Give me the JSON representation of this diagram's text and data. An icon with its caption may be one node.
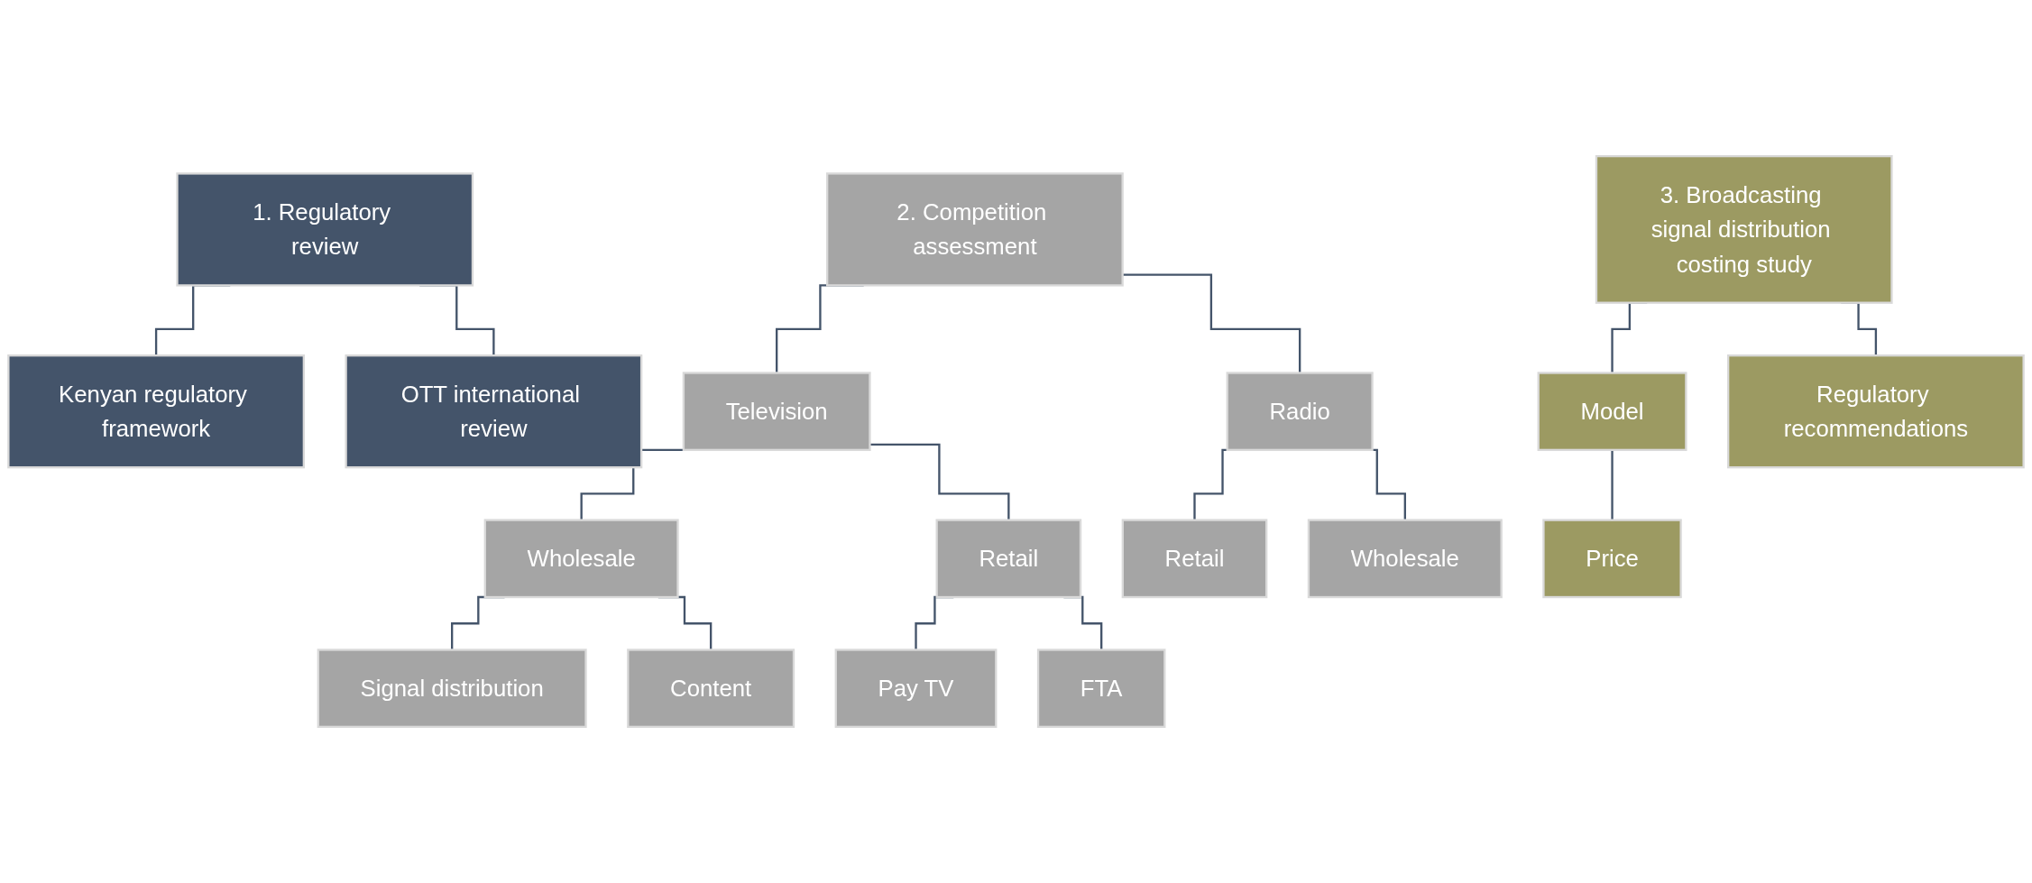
{
  "diagram": {
    "nodes": [
      {
        "text": [
          "1. Regulatory review"
        ]
      },
      {
        "text": [
          "Kenyan regulatory framework"
        ]
      },
      {
        "text": [
          "OTT international review"
        ]
      },
      {
        "text": [
          "2. Competition assessment"
        ]
      },
      {
        "text": [
          "Television"
        ]
      },
      {
        "text": [
          "Radio"
        ]
      },
      {
        "text": [
          "Wholesale"
        ]
      },
      {
        "text": [
          "Retail"
        ]
      },
      {
        "text": [
          "Signal distribution"
        ]
      },
      {
        "text": [
          "Content"
        ]
      },
      {
        "text": [
          "Pay TV"
        ]
      },
      {
        "text": [
          "FTA"
        ]
      },
      {
        "text": [
          "Retail"
        ]
      },
      {
        "text": [
          "Wholesale"
        ]
      },
      {
        "text": [
          "3. Broadcasting signal distribution costing study"
        ]
      },
      {
        "text": [
          "Model"
        ]
      },
      {
        "text": [
          "Regulatory recommendations"
        ]
      },
      {
        "text": [
          "Price"
        ]
      }
    ],
    "edges": [
      {
        "from": 0,
        "to": 1,
        "arrow": "none"
      },
      {
        "from": 0,
        "to": 2,
        "arrow": "none"
      },
      {
        "from": 3,
        "to": 4,
        "arrow": "none"
      },
      {
        "from": 3,
        "to": 5,
        "arrow": "none"
      },
      {
        "from": 4,
        "to": 6,
        "arrow": "none"
      },
      {
        "from": 4,
        "to": 7,
        "arrow": "none"
      },
      {
        "from": 6,
        "to": 8,
        "arrow": "none"
      },
      {
        "from": 6,
        "to": 9,
        "arrow": "none"
      },
      {
        "from": 7,
        "to": 10,
        "arrow": "none"
      },
      {
        "from": 7,
        "to": 11,
        "arrow": "none"
      },
      {
        "from": 5,
        "to": 12,
        "arrow": "none"
      },
      {
        "from": 5,
        "to": 13,
        "arrow": "none"
      },
      {
        "from": 14,
        "to": 15,
        "arrow": "none"
      },
      {
        "from": 14,
        "to": 16,
        "arrow": "none"
      },
      {
        "from": 15,
        "to": 17,
        "arrow": "none"
      }
    ]
  }
}
